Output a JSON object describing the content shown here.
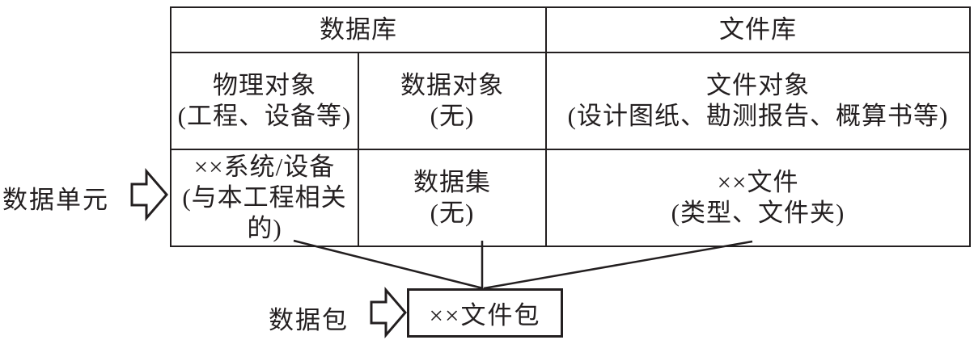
{
  "colors": {
    "line": "#231f20",
    "background": "#ffffff"
  },
  "table": {
    "headers": [
      {
        "label": "数据库"
      },
      {
        "label": "文件库"
      }
    ],
    "rows": [
      {
        "cells": [
          {
            "title": "物理对象",
            "subtitle": "(工程、设备等)"
          },
          {
            "title": "数据对象",
            "subtitle": "(无)"
          },
          {
            "title": "文件对象",
            "subtitle": "(设计图纸、勘测报告、概算书等)"
          }
        ]
      },
      {
        "cells": [
          {
            "title": "××系统/设备",
            "subtitle": "(与本工程相关的)"
          },
          {
            "title": "数据集",
            "subtitle": "(无)"
          },
          {
            "title": "××文件",
            "subtitle": "(类型、文件夹)"
          }
        ]
      }
    ]
  },
  "labels": {
    "data_unit": "数据单元",
    "data_package": "数据包",
    "package_box": "××文件包"
  }
}
